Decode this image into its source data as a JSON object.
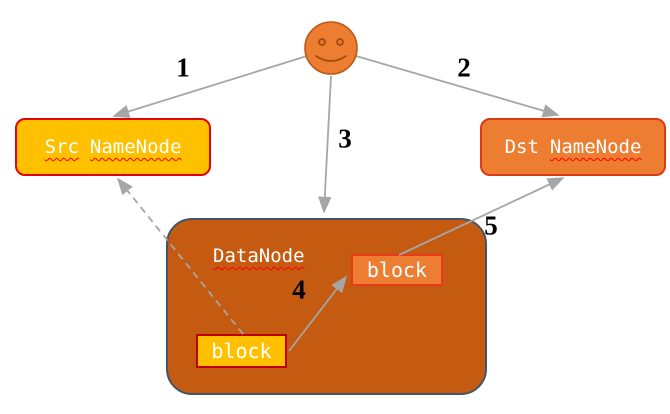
{
  "nodes": {
    "client": {
      "icon": "smiley-face-icon"
    },
    "src_namenode": {
      "word1": "Src",
      "word2": "NameNode"
    },
    "dst_namenode": {
      "word1": "Dst",
      "word2": "NameNode"
    },
    "datanode": {
      "label": "DataNode"
    },
    "src_block": {
      "label": "block"
    },
    "dst_block": {
      "label": "block"
    }
  },
  "edge_labels": {
    "e1": "1",
    "e2": "2",
    "e3": "3",
    "e4": "4",
    "e5": "5"
  },
  "colors": {
    "gold_fill": "#FFC000",
    "gold_border_src": "#E00404",
    "gold_border_block": "#C00000",
    "orange_fill": "#ED7D31",
    "orange_border": "#DB3B14",
    "datanode_fill": "#C55A11",
    "datanode_border": "#44546A",
    "smiley_fill": "#ED7D31",
    "smiley_stroke": "#B85A14",
    "edge_gray": "#A6A6A6",
    "squiggle_red": "#FF0000",
    "label_text": "#FFFFFF",
    "number_text": "#000000"
  }
}
